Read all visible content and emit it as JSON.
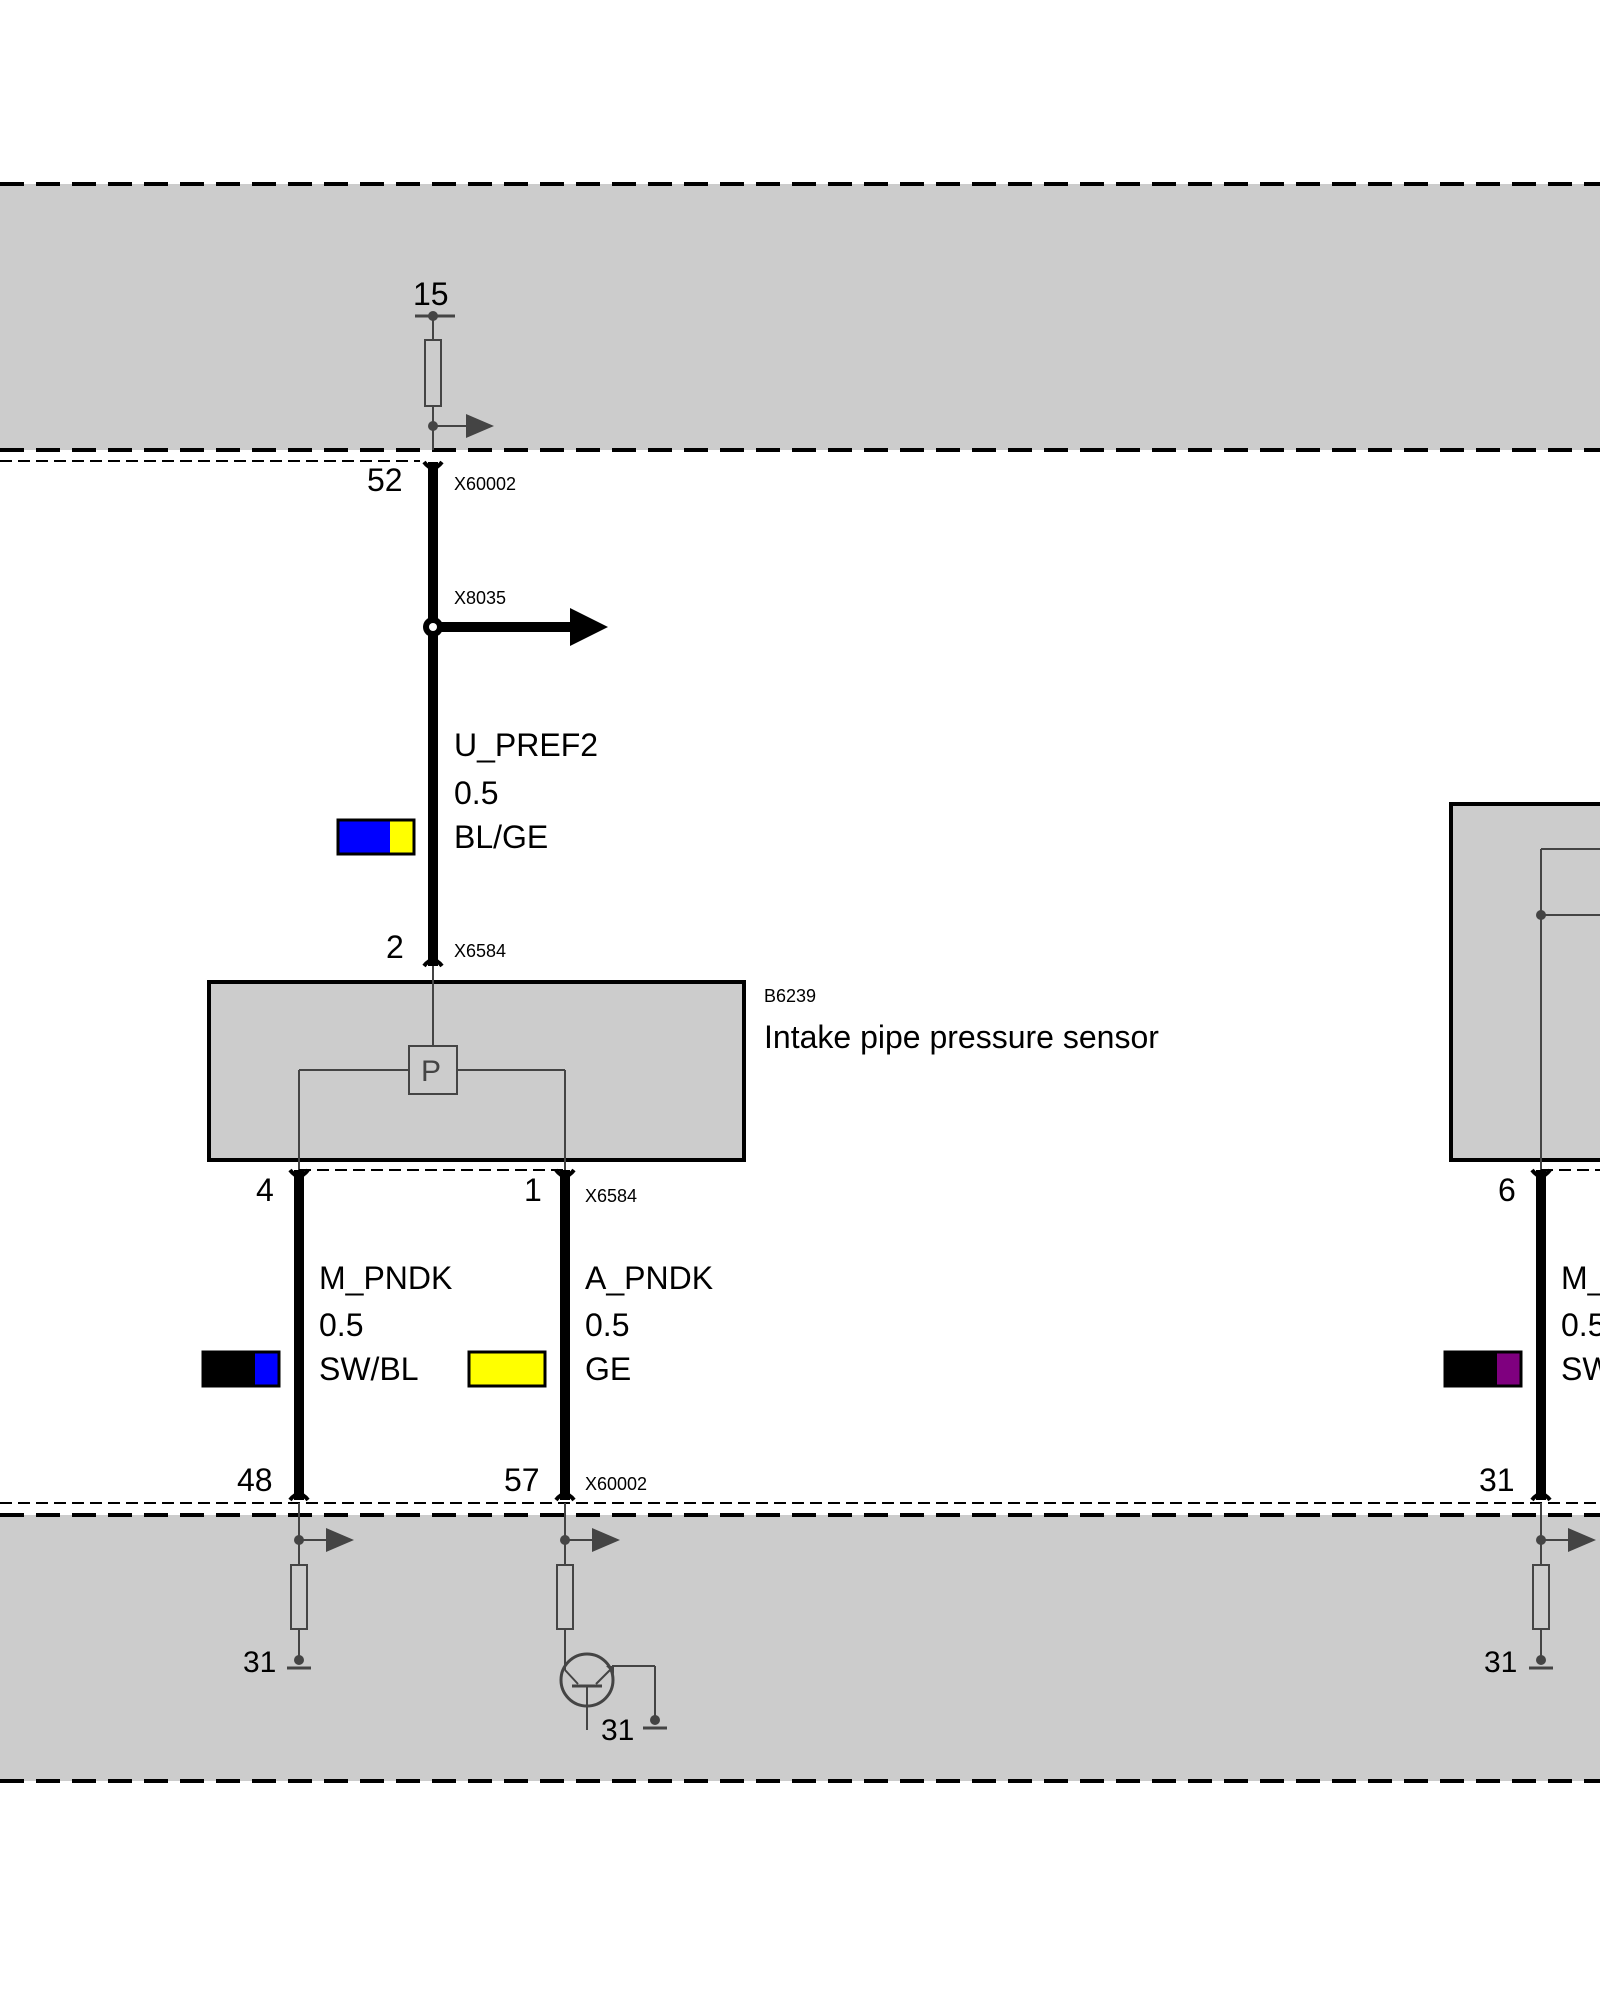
{
  "colors": {
    "panel_gray": "#cccccc",
    "wire_black": "#000000",
    "thin_line": "#444444",
    "bl": "#0000ff",
    "ge": "#ffff00",
    "sw": "#000000",
    "vi": "#7f007f"
  },
  "top_module": {
    "supply_label": "15"
  },
  "wire_u_pref2": {
    "pin_top": "52",
    "connector_top": "X60002",
    "splice": "X8035",
    "signal": "U_PREF2",
    "gauge": "0.5",
    "color_code": "BL/GE",
    "pin_bottom": "2",
    "connector_bottom": "X6584"
  },
  "sensor": {
    "id": "B6239",
    "name": "Intake pipe pressure sensor",
    "symbol": "P"
  },
  "wire_m_pndk": {
    "pin_top": "4",
    "signal": "M_PNDK",
    "gauge": "0.5",
    "color_code": "SW/BL",
    "pin_bottom": "48",
    "ground": "31"
  },
  "wire_a_pndk": {
    "pin_top": "1",
    "connector_top": "X6584",
    "signal": "A_PNDK",
    "gauge": "0.5",
    "color_code": "GE",
    "pin_bottom": "57",
    "connector_bottom": "X60002",
    "ground": "31"
  },
  "wire_right": {
    "pin_top": "6",
    "signal_partial": "M_",
    "gauge_partial": "0.5",
    "color_partial": "SW",
    "pin_bottom": "31",
    "ground": "31"
  }
}
